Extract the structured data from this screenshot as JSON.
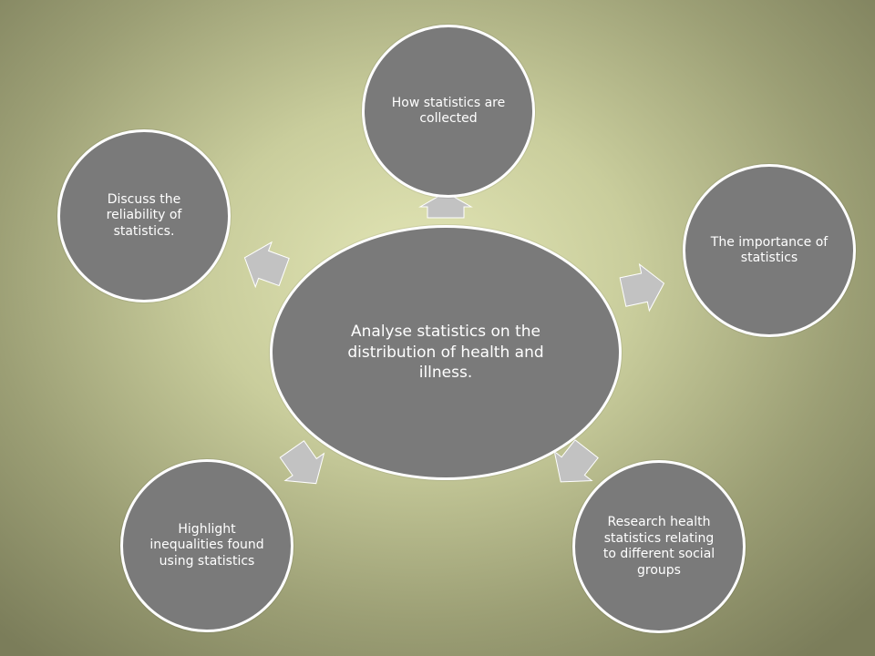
{
  "diagram": {
    "center": {
      "label": "Analyse statistics on the distribution of health and illness."
    },
    "nodes": [
      {
        "label": "How statistics are collected"
      },
      {
        "label": "The importance of statistics"
      },
      {
        "label": "Research health statistics relating to different social groups"
      },
      {
        "label": "Highlight inequalities found using statistics"
      },
      {
        "label": "Discuss the reliability of statistics."
      }
    ],
    "colors": {
      "node_fill": "#7a7a7a",
      "node_border": "#ffffff",
      "arrow_fill": "#c2c2c2",
      "background": "#d8dbaa"
    }
  }
}
